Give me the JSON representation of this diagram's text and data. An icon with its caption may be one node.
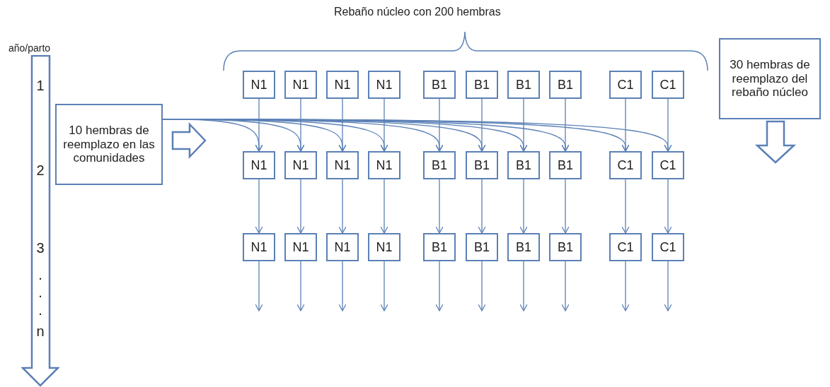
{
  "diagram": {
    "title": "Rebaño núcleo con 200 hembras",
    "nodes": [
      {
        "text": [
          "1",
          "2",
          "3",
          ".",
          ".",
          ".",
          "n"
        ],
        "beside": [
          "año/parto"
        ]
      },
      {
        "text": [
          "10 hembras de reemplazo en las comunidades"
        ]
      },
      {
        "text": [
          "30 hembras de reemplazo del rebaño núcleo"
        ]
      },
      {
        "text": [
          "N1"
        ]
      },
      {
        "text": [
          "N1"
        ]
      },
      {
        "text": [
          "N1"
        ]
      },
      {
        "text": [
          "N1"
        ]
      },
      {
        "text": [
          "B1"
        ]
      },
      {
        "text": [
          "B1"
        ]
      },
      {
        "text": [
          "B1"
        ]
      },
      {
        "text": [
          "B1"
        ]
      },
      {
        "text": [
          "C1"
        ]
      },
      {
        "text": [
          "C1"
        ]
      },
      {
        "text": [
          "N1"
        ]
      },
      {
        "text": [
          "N1"
        ]
      },
      {
        "text": [
          "N1"
        ]
      },
      {
        "text": [
          "N1"
        ]
      },
      {
        "text": [
          "B1"
        ]
      },
      {
        "text": [
          "B1"
        ]
      },
      {
        "text": [
          "B1"
        ]
      },
      {
        "text": [
          "B1"
        ]
      },
      {
        "text": [
          "C1"
        ]
      },
      {
        "text": [
          "C1"
        ]
      },
      {
        "text": [
          "N1"
        ]
      },
      {
        "text": [
          "N1"
        ]
      },
      {
        "text": [
          "N1"
        ]
      },
      {
        "text": [
          "N1"
        ]
      },
      {
        "text": [
          "B1"
        ]
      },
      {
        "text": [
          "B1"
        ]
      },
      {
        "text": [
          "B1"
        ]
      },
      {
        "text": [
          "B1"
        ]
      },
      {
        "text": [
          "C1"
        ]
      },
      {
        "text": [
          "C1"
        ]
      }
    ],
    "edges": [
      {
        "from": 1,
        "to": 13,
        "arrow": "to"
      },
      {
        "from": 1,
        "to": 14,
        "arrow": "to"
      },
      {
        "from": 1,
        "to": 15,
        "arrow": "to"
      },
      {
        "from": 1,
        "to": 16,
        "arrow": "to"
      },
      {
        "from": 1,
        "to": 17,
        "arrow": "to"
      },
      {
        "from": 1,
        "to": 18,
        "arrow": "to"
      },
      {
        "from": 1,
        "to": 19,
        "arrow": "to"
      },
      {
        "from": 1,
        "to": 20,
        "arrow": "to"
      },
      {
        "from": 1,
        "to": 21,
        "arrow": "to"
      },
      {
        "from": 1,
        "to": 22,
        "arrow": "to"
      },
      {
        "from": 3,
        "to": 13,
        "arrow": "to"
      },
      {
        "from": 4,
        "to": 14,
        "arrow": "to"
      },
      {
        "from": 5,
        "to": 15,
        "arrow": "to"
      },
      {
        "from": 6,
        "to": 16,
        "arrow": "to"
      },
      {
        "from": 7,
        "to": 17,
        "arrow": "to"
      },
      {
        "from": 8,
        "to": 18,
        "arrow": "to"
      },
      {
        "from": 9,
        "to": 19,
        "arrow": "to"
      },
      {
        "from": 10,
        "to": 20,
        "arrow": "to"
      },
      {
        "from": 11,
        "to": 21,
        "arrow": "to"
      },
      {
        "from": 12,
        "to": 22,
        "arrow": "to"
      },
      {
        "from": 13,
        "to": 23,
        "arrow": "to"
      },
      {
        "from": 14,
        "to": 24,
        "arrow": "to"
      },
      {
        "from": 15,
        "to": 25,
        "arrow": "to"
      },
      {
        "from": 16,
        "to": 26,
        "arrow": "to"
      },
      {
        "from": 17,
        "to": 27,
        "arrow": "to"
      },
      {
        "from": 18,
        "to": 28,
        "arrow": "to"
      },
      {
        "from": 19,
        "to": 29,
        "arrow": "to"
      },
      {
        "from": 20,
        "to": 30,
        "arrow": "to"
      },
      {
        "from": 21,
        "to": 31,
        "arrow": "to"
      },
      {
        "from": 22,
        "to": 32,
        "arrow": "to"
      },
      {
        "from": 23,
        "to": null,
        "arrow": "to"
      },
      {
        "from": 24,
        "to": null,
        "arrow": "to"
      },
      {
        "from": 25,
        "to": null,
        "arrow": "to"
      },
      {
        "from": 26,
        "to": null,
        "arrow": "to"
      },
      {
        "from": 27,
        "to": null,
        "arrow": "to"
      },
      {
        "from": 28,
        "to": null,
        "arrow": "to"
      },
      {
        "from": 29,
        "to": null,
        "arrow": "to"
      },
      {
        "from": 30,
        "to": null,
        "arrow": "to"
      },
      {
        "from": 31,
        "to": null,
        "arrow": "to"
      },
      {
        "from": 32,
        "to": null,
        "arrow": "to"
      }
    ]
  }
}
